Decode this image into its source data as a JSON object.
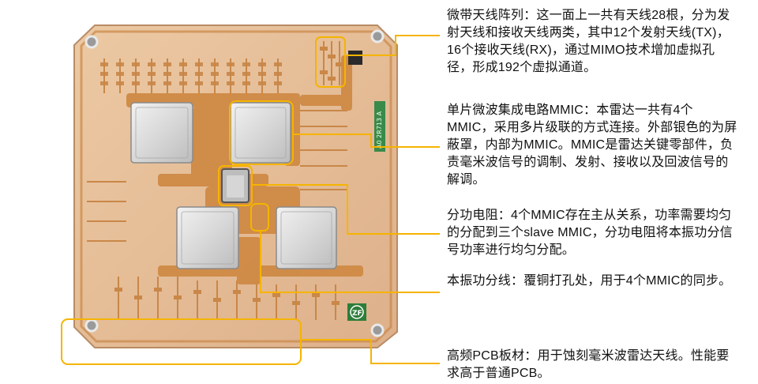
{
  "annotations": [
    {
      "id": "antenna-array",
      "text": "微带天线阵列：这一面上一共有天线28根，分为发射天线和接收天线两类，其中12个发射天线(TX)，16个接收天线(RX)，通过MIMO技术增加虚拟孔径，形成192个虚拟通道。"
    },
    {
      "id": "mmic",
      "text": "单片微波集成电路MMIC：本雷达一共有4个MMIC，采用多片级联的方式连接。外部银色的为屏蔽罩，内部为MMIC。MMIC是雷达关键零部件，负责毫米波信号的调制、发射、接收以及回波信号的解调。"
    },
    {
      "id": "power-divider",
      "text": "分功电阻：4个MMIC存在主从关系，功率需要均匀的分配到三个slave MMIC，分功电阻将本振功分信号功率进行均匀分配。"
    },
    {
      "id": "lo-splitter",
      "text": "本振功分线：覆铜打孔处，用于4个MMIC的同步。"
    },
    {
      "id": "pcb-material",
      "text": "高频PCB板材：用于蚀刻毫米波雷达天线。性能要求高于普通PCB。"
    }
  ],
  "board": {
    "part_number": "A0 2R713 A",
    "logo": "ZF"
  },
  "colors": {
    "callout": "#f5b400",
    "board": "#e3b990",
    "copper": "#cf8a45",
    "shield": "#dcdcdc"
  }
}
